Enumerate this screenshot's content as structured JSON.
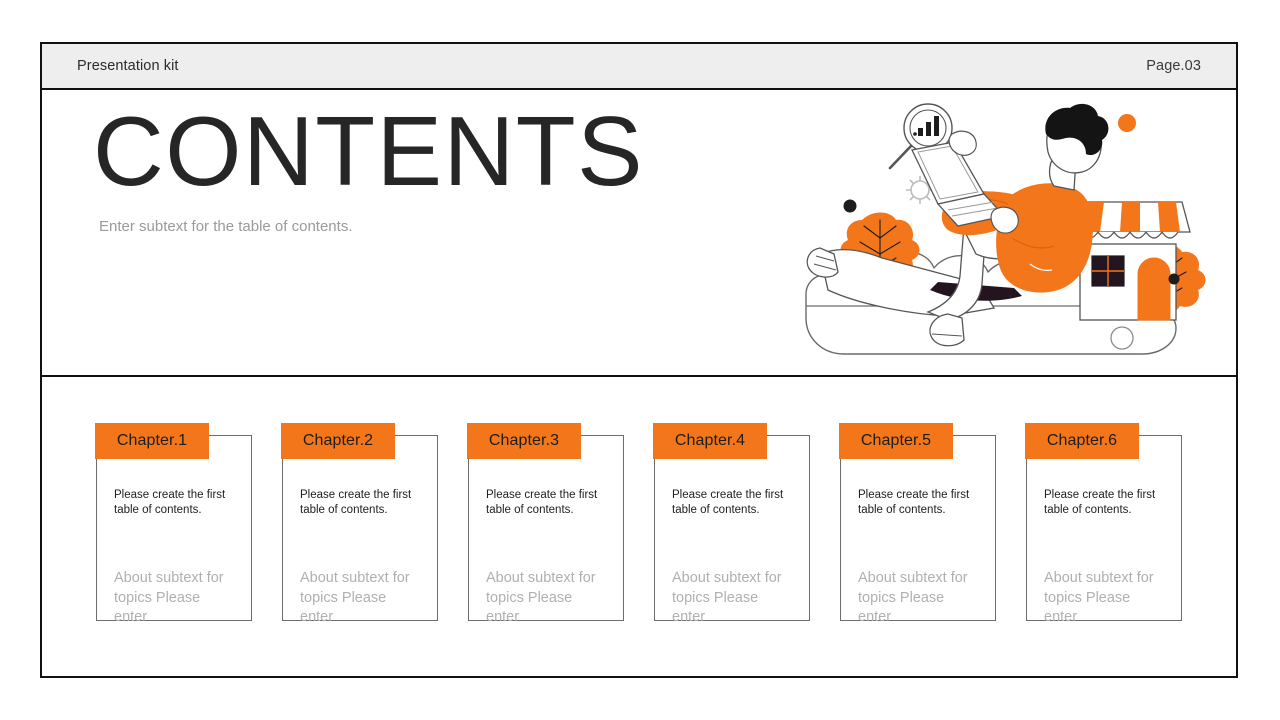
{
  "header": {
    "title": "Presentation kit",
    "page_label": "Page.03"
  },
  "hero": {
    "title": "CONTENTS",
    "subtitle": "Enter subtext for the table of contents."
  },
  "illustration": {
    "name": "person-on-cloud-with-laptop-illustration",
    "elements": [
      "magnifier-bar-chart-icon",
      "gear-icon",
      "bush-left",
      "bush-right",
      "shop-building",
      "person-reading-laptop",
      "cloud",
      "dot-black-left",
      "dot-black-right",
      "dot-orange",
      "circle-outline"
    ],
    "colors": {
      "orange": "#F4761B",
      "dark": "#1d1d1d",
      "outline": "#555555"
    }
  },
  "theme": {
    "accent": "#F4761B",
    "frame": "#111111",
    "header_bg": "#EEEEEE",
    "muted_text": "#B0B0B0"
  },
  "cards": [
    {
      "tab": "Chapter.1",
      "description": "Please create the first table of contents.",
      "subtext": "About subtext for topics Please enter"
    },
    {
      "tab": "Chapter.2",
      "description": "Please create the first table of contents.",
      "subtext": "About subtext for topics Please enter"
    },
    {
      "tab": "Chapter.3",
      "description": "Please create the first table of contents.",
      "subtext": "About subtext for topics Please enter"
    },
    {
      "tab": "Chapter.4",
      "description": "Please create the first table of contents.",
      "subtext": "About subtext for topics Please enter"
    },
    {
      "tab": "Chapter.5",
      "description": "Please create the first table of contents.",
      "subtext": "About subtext for topics Please enter"
    },
    {
      "tab": "Chapter.6",
      "description": "Please create the first table of contents.",
      "subtext": "About subtext for topics Please enter"
    }
  ]
}
